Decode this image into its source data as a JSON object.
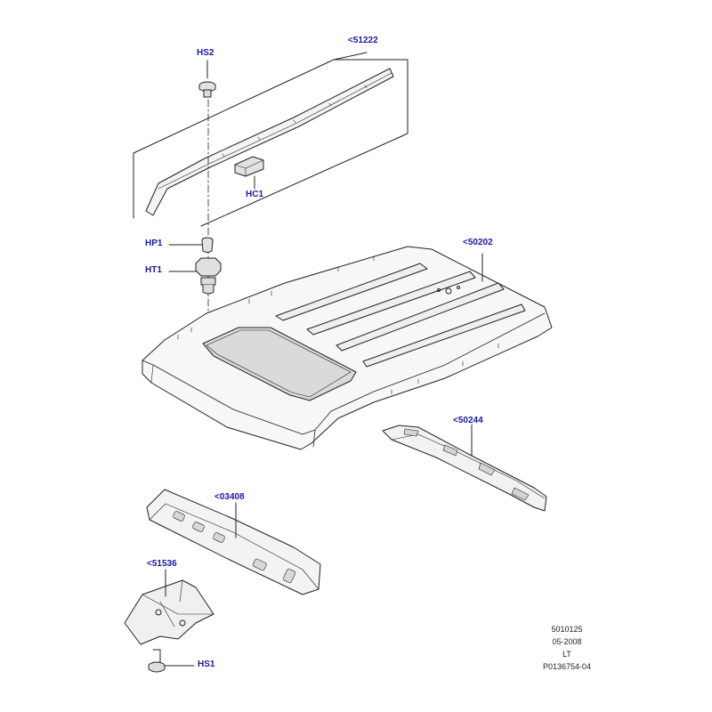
{
  "callouts": {
    "hs2": "HS2",
    "p51222": "<51222",
    "hc1": "HC1",
    "hp1": "HP1",
    "ht1": "HT1",
    "p50202": "<50202",
    "p50244": "<50244",
    "p03408": "<03408",
    "p51536": "<51536",
    "hs1": "HS1"
  },
  "reference": {
    "line1": "5010125",
    "line2": "05-2008",
    "line3": "LT",
    "line4": "P0136754-04"
  },
  "colors": {
    "ink": "#222222",
    "callout": "#1a1aa0",
    "background": "#ffffff",
    "panel_fill": "#f7f7f7",
    "shade": "#d9d9d9"
  }
}
